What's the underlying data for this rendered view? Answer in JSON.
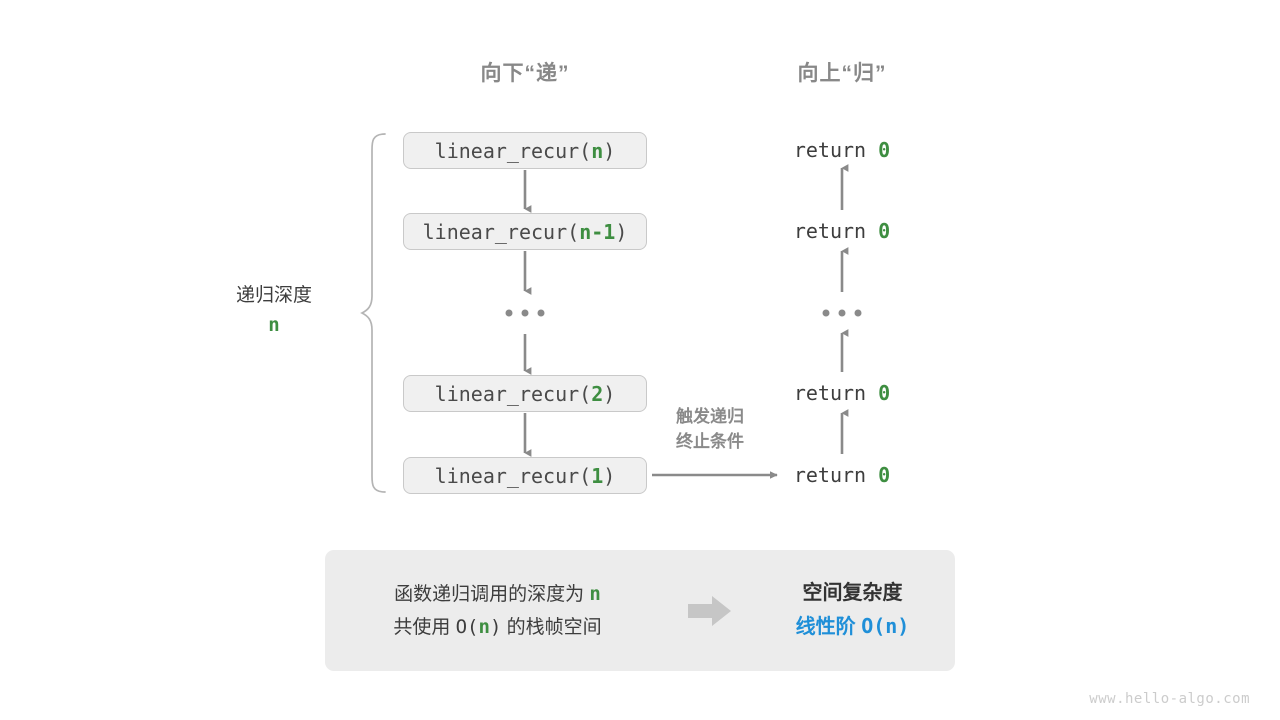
{
  "headers": {
    "down": "向下“递”",
    "up": "向上“归”"
  },
  "depth_brace": {
    "label": "递归深度",
    "value": "n"
  },
  "call_stack": [
    {
      "prefix": "linear_recur(",
      "arg": "n",
      "suffix": ")"
    },
    {
      "prefix": "linear_recur(",
      "arg": "n-1",
      "suffix": ")"
    },
    {
      "prefix": "linear_recur(",
      "arg": "2",
      "suffix": ")"
    },
    {
      "prefix": "linear_recur(",
      "arg": "1",
      "suffix": ")"
    }
  ],
  "returns": [
    {
      "keyword": "return",
      "value": "0"
    },
    {
      "keyword": "return",
      "value": "0"
    },
    {
      "keyword": "return",
      "value": "0"
    },
    {
      "keyword": "return",
      "value": "0"
    }
  ],
  "ellipsis": "•••",
  "trigger_note": {
    "line1": "触发递归",
    "line2": "终止条件"
  },
  "summary": {
    "left_line1_text": "函数递归调用的深度为 ",
    "left_line1_var": "n",
    "left_line2_prefix": "共使用 ",
    "left_line2_mono_open": "O(",
    "left_line2_var": "n",
    "left_line2_mono_close": ")",
    "left_line2_suffix": " 的栈帧空间",
    "right_title": "空间复杂度",
    "right_value_label": "线性阶 ",
    "right_value_mono": "O(n)"
  },
  "watermark": "www.hello-algo.com",
  "colors": {
    "accent_green": "#3e8e41",
    "accent_blue": "#1f8fd8",
    "box_fill": "#f0f0f0",
    "box_border": "#c9c9c9",
    "panel_fill": "#ececec",
    "arrow_gray": "#8a8a8a",
    "header_gray": "#888888",
    "watermark_gray": "#cccccc"
  }
}
